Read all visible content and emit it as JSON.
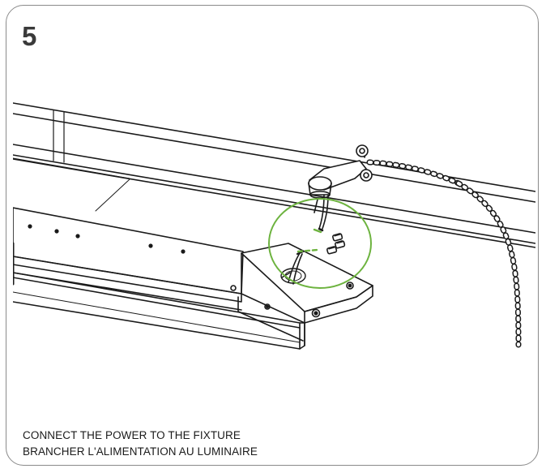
{
  "step": {
    "number": "5"
  },
  "caption": {
    "line_en": "CONNECT THE POWER TO THE FIXTURE",
    "line_fr": "BRANCHER L'ALIMENTATION AU LUMINAIRE"
  },
  "colors": {
    "border": "#8a8a8a",
    "line_art": "#1a1a1a",
    "highlight_circle": "#6db33f",
    "text": "#1a1a1a"
  },
  "icons": [
    "fixture-illustration",
    "detail-circle",
    "flex-conduit",
    "wire-nuts"
  ]
}
